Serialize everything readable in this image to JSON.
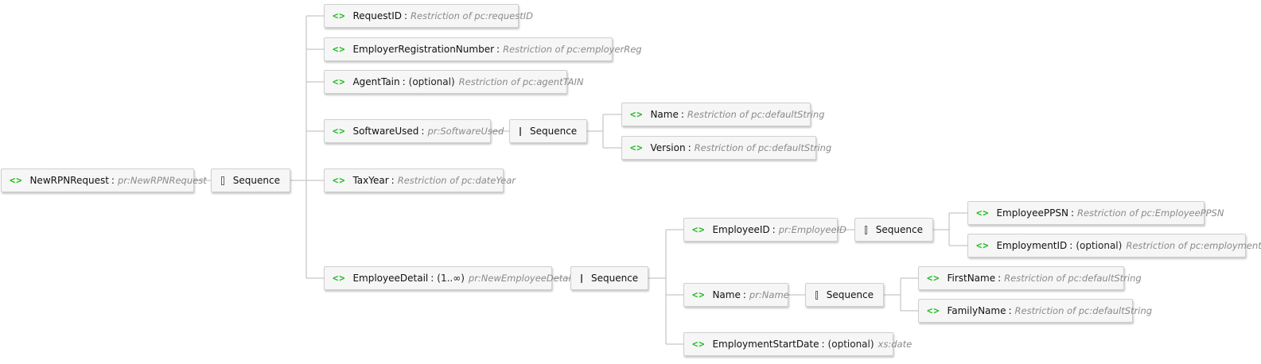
{
  "elements": {
    "root": {
      "name": "NewRPNRequest",
      "card": "",
      "type": "pr:NewRPNRequest"
    },
    "requestId": {
      "name": "RequestID",
      "card": "",
      "type": "Restriction of pc:requestID"
    },
    "employerReg": {
      "name": "EmployerRegistrationNumber",
      "card": "",
      "type": "Restriction of pc:employerReg"
    },
    "agentTain": {
      "name": "AgentTain",
      "card": "(optional)",
      "type": "Restriction of pc:agentTAIN"
    },
    "softwareUsed": {
      "name": "SoftwareUsed",
      "card": "",
      "type": "pr:SoftwareUsed"
    },
    "swName": {
      "name": "Name",
      "card": "",
      "type": "Restriction of pc:defaultString"
    },
    "swVersion": {
      "name": "Version",
      "card": "",
      "type": "Restriction of pc:defaultString"
    },
    "taxYear": {
      "name": "TaxYear",
      "card": "",
      "type": "Restriction of pc:dateYear"
    },
    "employeeDetail": {
      "name": "EmployeeDetail",
      "card": "(1..∞)",
      "type": "pr:NewEmployeeDetail"
    },
    "employeeId": {
      "name": "EmployeeID",
      "card": "",
      "type": "pr:EmployeeID"
    },
    "employeePpsn": {
      "name": "EmployeePPSN",
      "card": "",
      "type": "Restriction of pc:EmployeePPSN"
    },
    "employmentId": {
      "name": "EmploymentID",
      "card": "(optional)",
      "type": "Restriction of pc:employmentID"
    },
    "empName": {
      "name": "Name",
      "card": "",
      "type": "pr:Name"
    },
    "firstName": {
      "name": "FirstName",
      "card": "",
      "type": "Restriction of pc:defaultString"
    },
    "familyName": {
      "name": "FamilyName",
      "card": "",
      "type": "Restriction of pc:defaultString"
    },
    "employmentStart": {
      "name": "EmploymentStartDate",
      "card": "(optional)",
      "type": "xs:date"
    }
  },
  "labels": {
    "element_icon": "<>",
    "separator": ":",
    "sequence": "Sequence"
  },
  "icons": {
    "element": "element-icon",
    "sequence": "sequence-icon"
  },
  "colors": {
    "element_icon": "#1fbf1f",
    "type_text": "#8a8a8a",
    "connector": "#c8c8c8"
  }
}
